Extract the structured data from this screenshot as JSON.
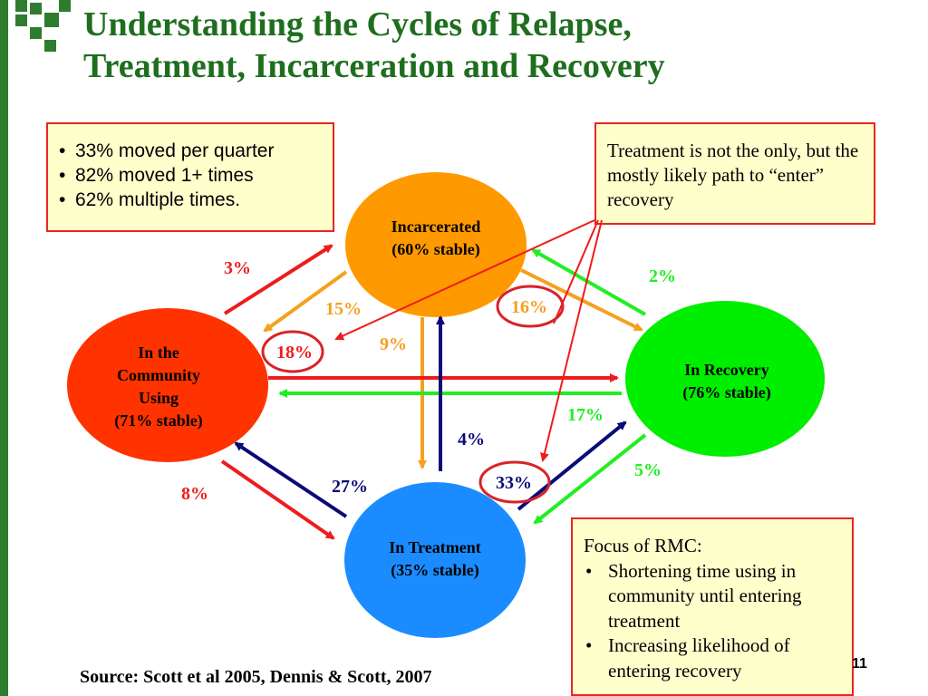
{
  "slide": {
    "title_line1": "Understanding the Cycles of Relapse,",
    "title_line2": "Treatment, Incarceration and Recovery",
    "accent_color": "#2e7d2e",
    "page_number": "11",
    "source": "Source: Scott et al 2005, Dennis & Scott, 2007"
  },
  "stats_box": {
    "items": [
      "33% moved per quarter",
      "82% moved 1+ times",
      "62% multiple times."
    ]
  },
  "note_box": {
    "text": "Treatment is not the only, but the mostly likely path to “enter” recovery"
  },
  "focus_box": {
    "heading": "Focus of RMC:",
    "items": [
      "Shortening time using in community until entering treatment",
      "Increasing likelihood of entering recovery"
    ]
  },
  "nodes": {
    "incarcerated": {
      "line1": "Incarcerated",
      "line2": "(60% stable)",
      "color": "#ff9900"
    },
    "community": {
      "line1": "In the",
      "line2": "Community",
      "line3": "Using",
      "line4": "(71% stable)",
      "color": "#ff3300"
    },
    "recovery": {
      "line1": "In Recovery",
      "line2": "(76% stable)",
      "color": "#00ee00"
    },
    "treatment": {
      "line1": "In Treatment",
      "line2": "(35% stable)",
      "color": "#1a8cff"
    }
  },
  "transitions": {
    "community_to_incarcerated": "3%",
    "incarcerated_to_community": "15%",
    "incarcerated_to_treatment": "9%",
    "incarcerated_to_recovery": "16%",
    "recovery_to_incarcerated": "2%",
    "community_to_recovery": "18%",
    "recovery_to_community": "17%",
    "treatment_to_incarcerated": "4%",
    "community_to_treatment": "8%",
    "treatment_to_community": "27%",
    "treatment_to_recovery": "33%",
    "recovery_to_treatment": "5%"
  },
  "colors": {
    "red_arrow": "#ee1c1c",
    "green_arrow": "#22ee22",
    "orange_arrow": "#f5a020",
    "navy_arrow": "#0a0a78",
    "title": "#1f6e1f"
  }
}
